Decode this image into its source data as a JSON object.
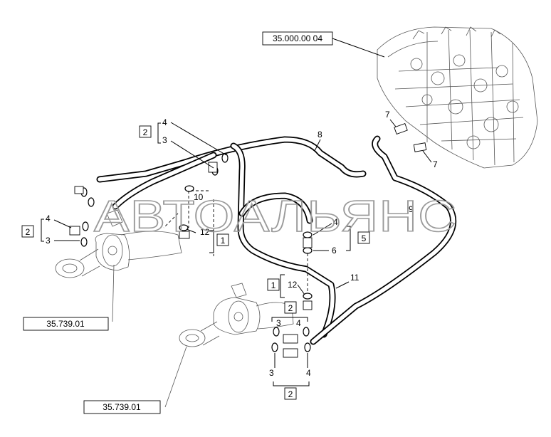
{
  "references": {
    "valve": "35.000.00 04",
    "cylinder_left": "35.739.01",
    "cylinder_bottom": "35.739.01"
  },
  "part_labels": {
    "p4a": "4",
    "p3a": "3",
    "p8": "8",
    "p7a": "7",
    "p7b": "7",
    "p10": "10",
    "p9": "9",
    "p12a": "12",
    "p4b": "4",
    "p3b": "3",
    "p4c": "4",
    "p6": "6",
    "p11": "11",
    "p12b": "12",
    "p3c": "3",
    "p4d": "4",
    "p3d": "3",
    "p4e": "4"
  },
  "boxes": {
    "b2a": "2",
    "b2b": "2",
    "b1a": "1",
    "b5": "5",
    "b1b": "1",
    "b2c": "2",
    "b2d": "2"
  },
  "watermark": "АВТОАЛЬЯНС"
}
